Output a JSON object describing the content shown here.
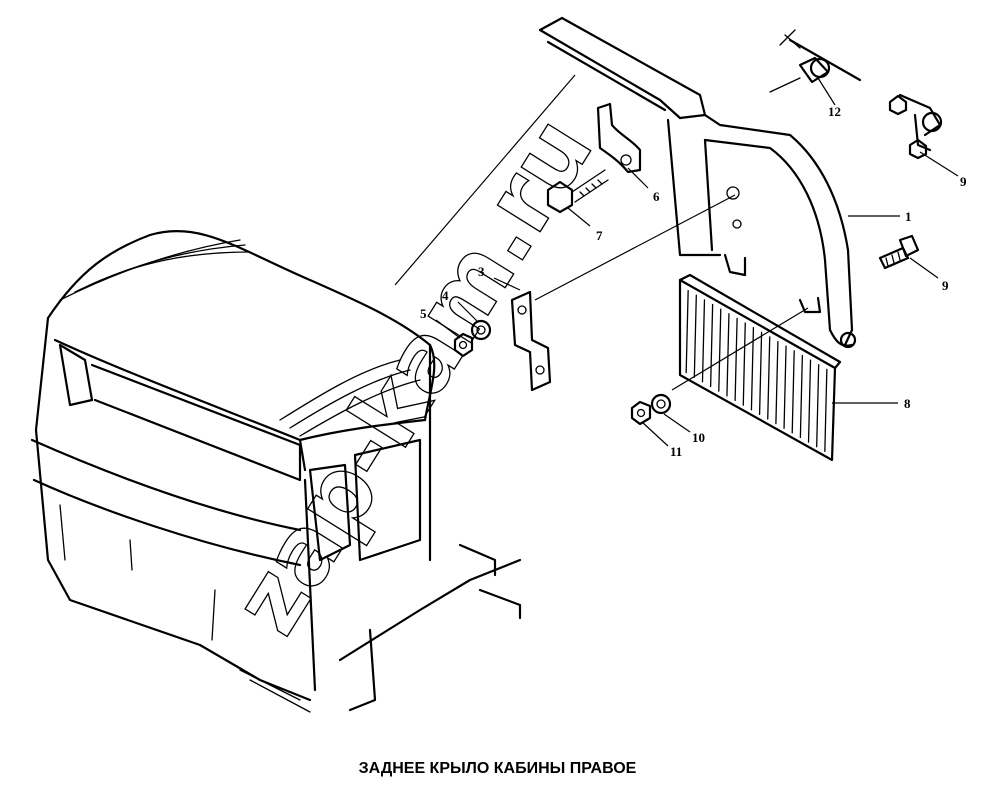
{
  "caption": "ЗАДНЕЕ КРЫЛО КАБИНЫ ПРАВОЕ",
  "watermark": "zap-kam.ru",
  "callouts": [
    "1",
    "3",
    "4",
    "5",
    "6",
    "7",
    "8",
    "9",
    "9",
    "10",
    "11",
    "12"
  ]
}
